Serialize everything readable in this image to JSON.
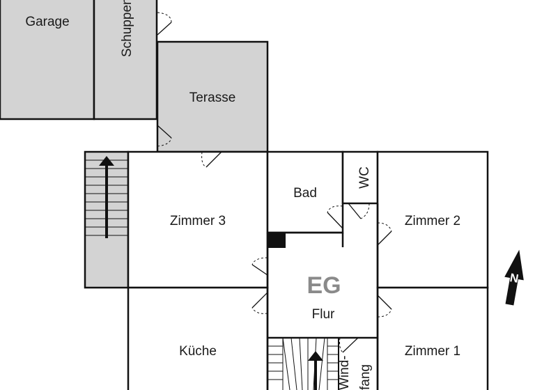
{
  "plan": {
    "floor_label": "EG",
    "rooms": {
      "garage": "Garage",
      "schuppen": "Schuppen",
      "terasse": "Terasse",
      "zimmer3": "Zimmer 3",
      "bad": "Bad",
      "wc": "WC",
      "zimmer2": "Zimmer 2",
      "flur": "Flur",
      "kueche": "Küche",
      "zimmer1": "Zimmer 1",
      "windfang_line1": "Wind-",
      "windfang_line2": "fang"
    },
    "north_label": "N"
  }
}
